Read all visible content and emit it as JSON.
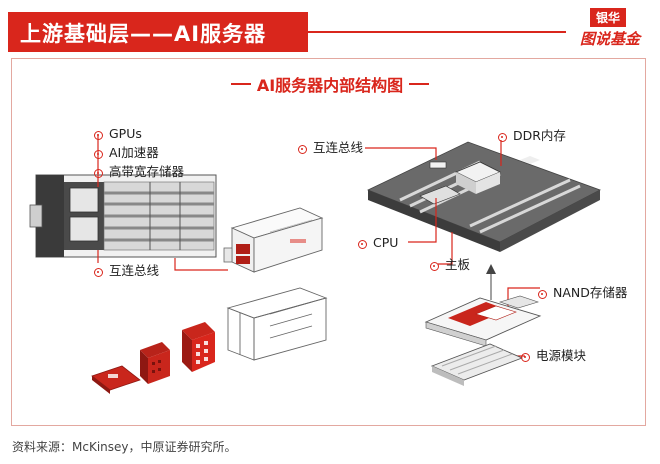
{
  "header": {
    "title": "上游基础层——AI服务器",
    "logo_tag": "银华",
    "logo_text": "图说基金"
  },
  "diagram": {
    "title": "AI服务器内部结构图",
    "labels": {
      "gpus": "GPUs",
      "ai_accelerator": "AI加速器",
      "hbm": "高带宽存储器",
      "interconnect_left": "互连总线",
      "interconnect_right": "互连总线",
      "ddr": "DDR内存",
      "cpu": "CPU",
      "motherboard": "主板",
      "nand": "NAND存储器",
      "power": "电源模块"
    }
  },
  "footer": {
    "source": "资料来源：McKinsey，中原证券研究所。"
  },
  "colors": {
    "accent": "#d9261c",
    "frame": "#e3a8a0"
  }
}
